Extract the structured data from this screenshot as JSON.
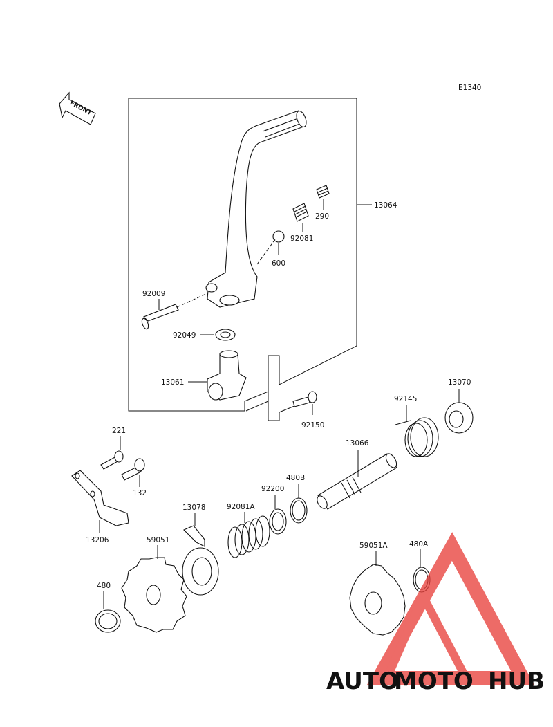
{
  "diagram_code": "E1340",
  "front_label": "FRONT",
  "callouts": {
    "c13064": "13064",
    "c290": "290",
    "c92081": "92081",
    "c600": "600",
    "c92009": "92009",
    "c92049": "92049",
    "c13061": "13061",
    "c92150": "92150",
    "c13070": "13070",
    "c92145": "92145",
    "c13066": "13066",
    "c221": "221",
    "c132": "132",
    "c13206": "13206",
    "c480B": "480B",
    "c92200": "92200",
    "c92081A": "92081A",
    "c13078": "13078",
    "c59051": "59051",
    "c480": "480",
    "c59051A": "59051A",
    "c480A": "480A"
  },
  "watermark": {
    "text_part1": "AUTO",
    "text_part2": "MOTO",
    "text_part3": "HUB",
    "color_orange": "#f6a623",
    "color_red": "#e8423d",
    "color_gray": "#6b6b6b"
  }
}
